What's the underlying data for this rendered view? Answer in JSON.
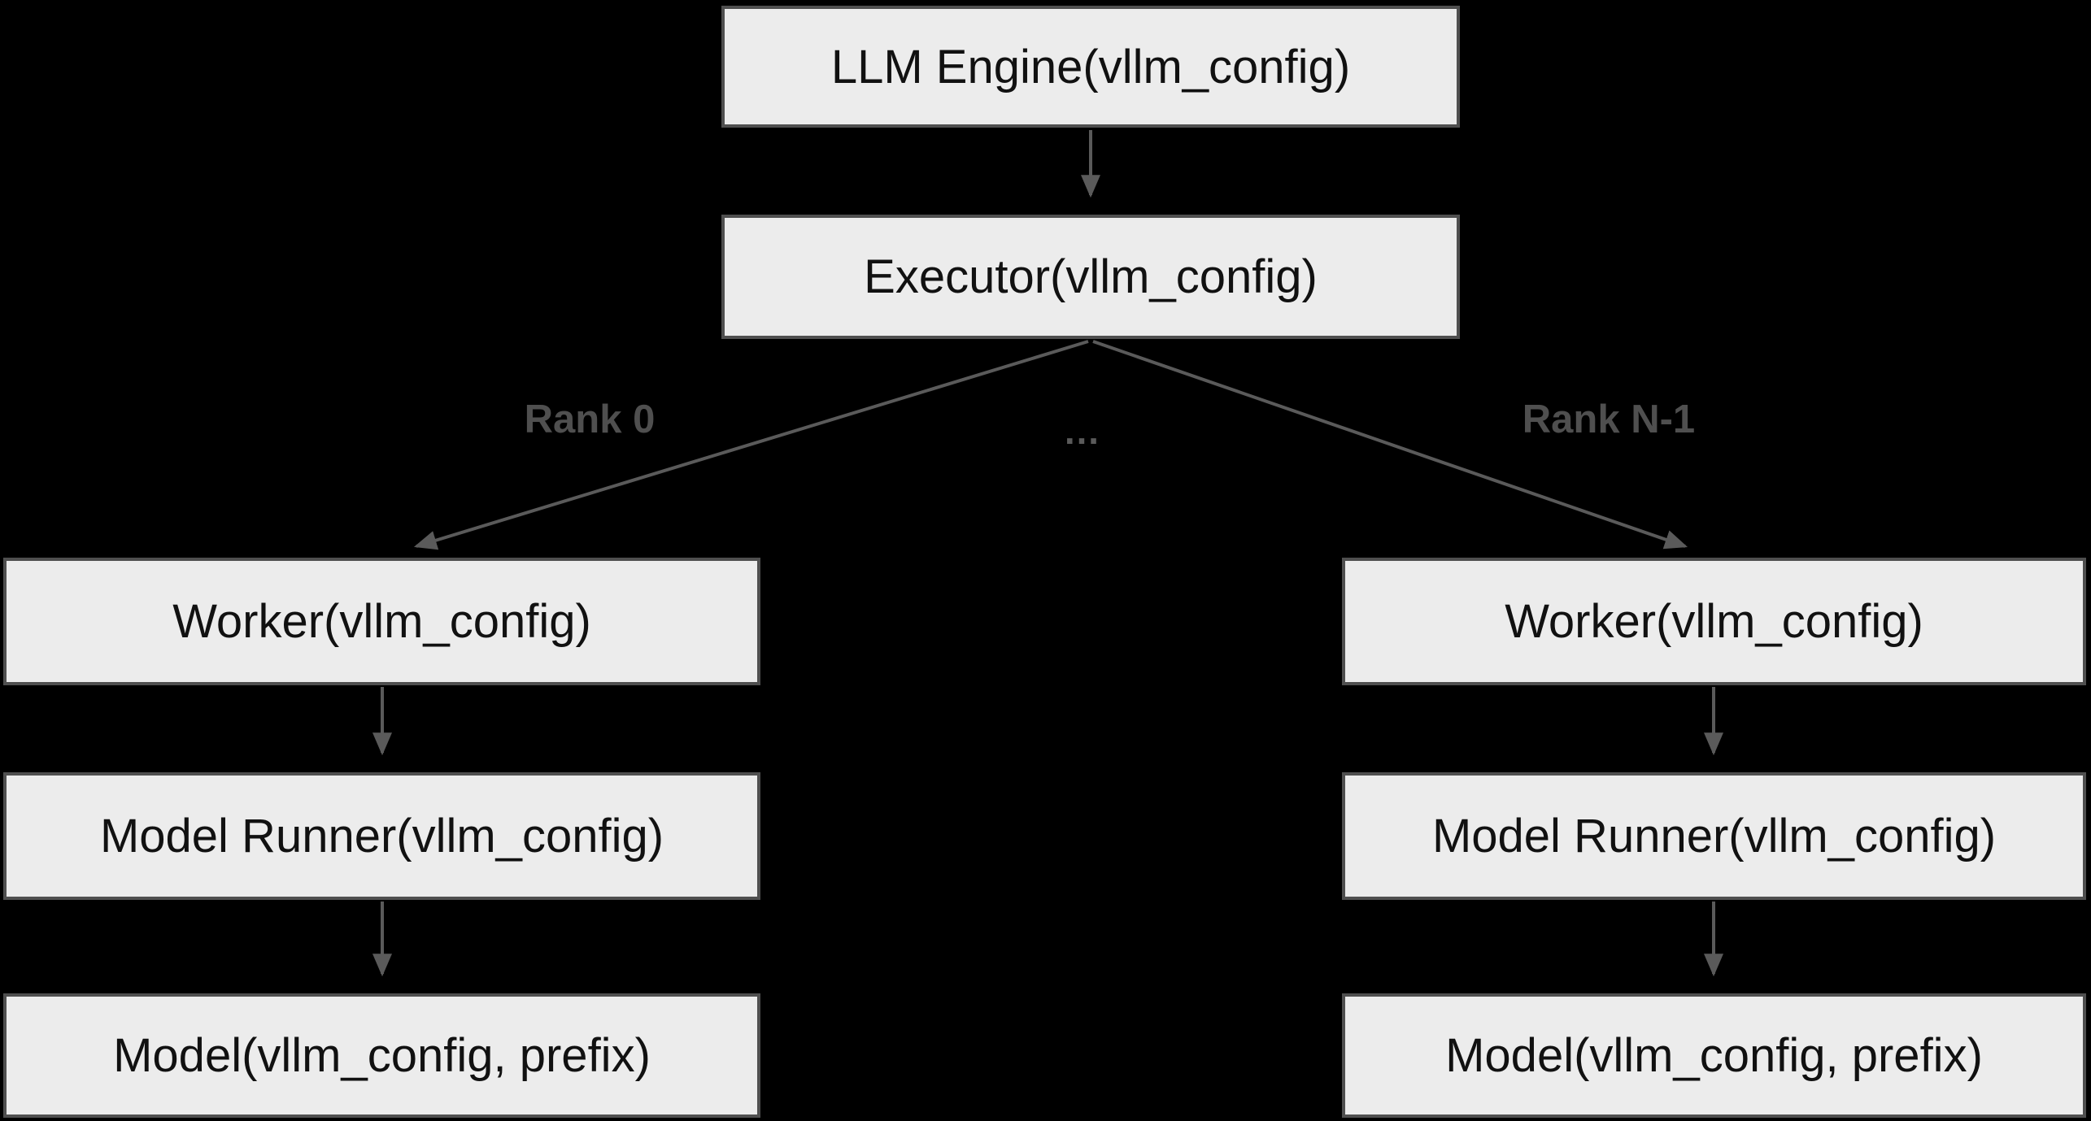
{
  "colors": {
    "bg": "#000000",
    "box-fill": "#ececec",
    "box-border": "#4f4f4f",
    "box-text": "#111111",
    "line": "#5a5a5a",
    "label": "#4f4f4f"
  },
  "diagram": {
    "nodes": {
      "engine": "LLM Engine(vllm_config)",
      "executor": "Executor(vllm_config)",
      "worker_left": "Worker(vllm_config)",
      "worker_right": "Worker(vllm_config)",
      "model_runner_left": "Model Runner(vllm_config)",
      "model_runner_right": "Model Runner(vllm_config)",
      "model_left": "Model(vllm_config, prefix)",
      "model_right": "Model(vllm_config, prefix)"
    },
    "edge_labels": {
      "rank_0": "Rank 0",
      "rank_n": "Rank N-1",
      "ellipsis": "…"
    }
  }
}
